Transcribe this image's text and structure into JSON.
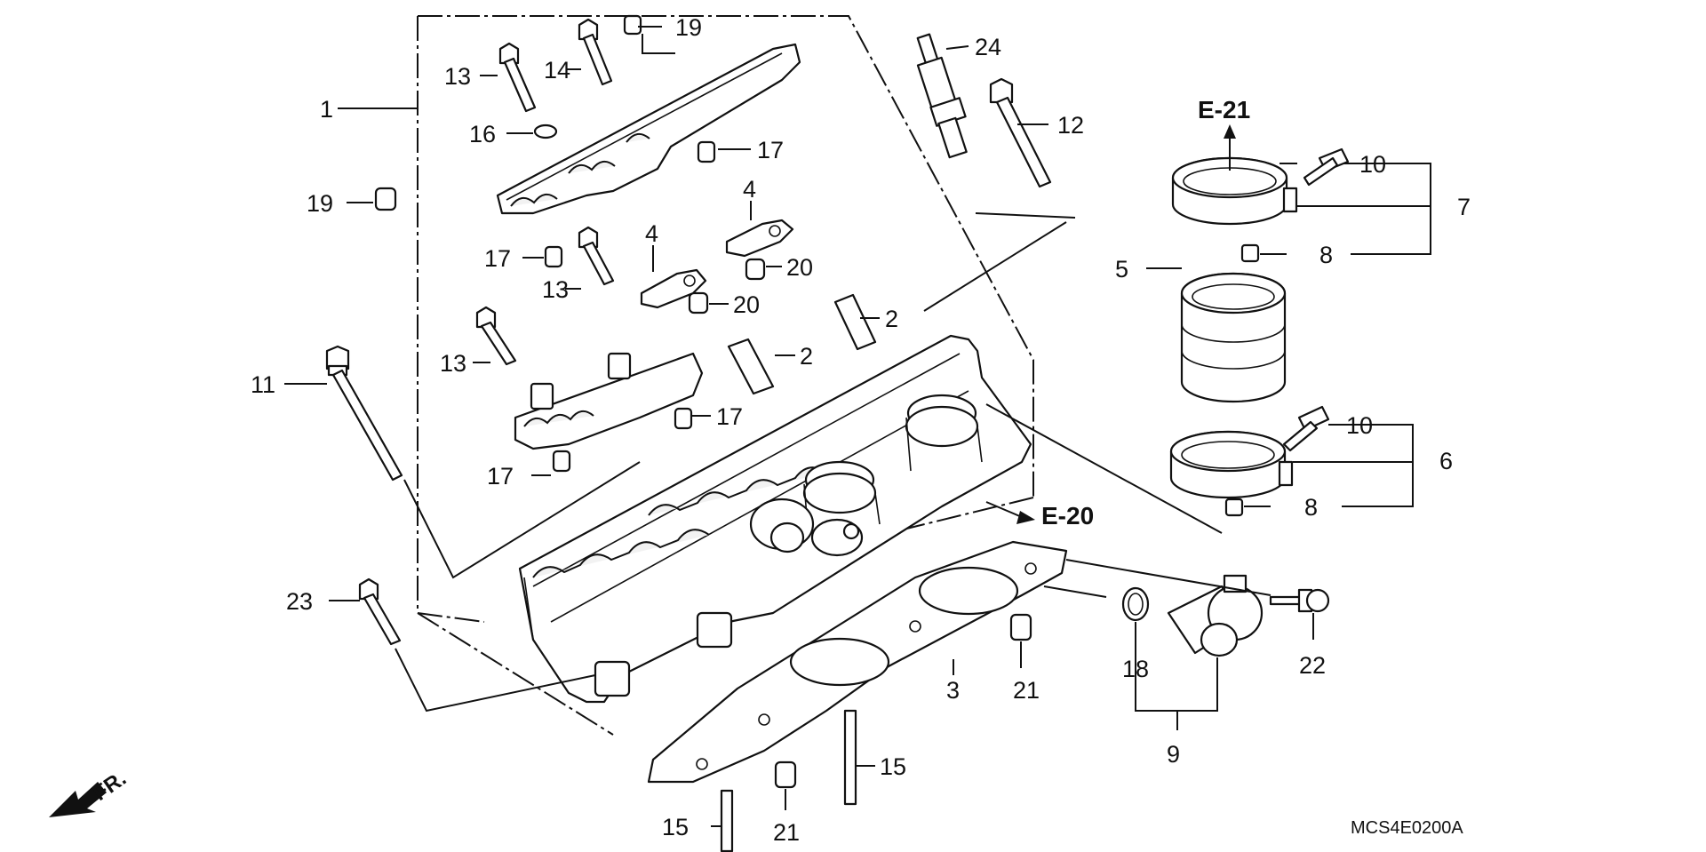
{
  "diagram": {
    "code": "MCS4E0200A",
    "direction_label": "FR.",
    "refs": [
      {
        "id": "ref-e21",
        "text": "E-21"
      },
      {
        "id": "ref-e20",
        "text": "E-20"
      }
    ],
    "labels": [
      {
        "id": "l1",
        "text": "1"
      },
      {
        "id": "l2a",
        "text": "2"
      },
      {
        "id": "l2b",
        "text": "2"
      },
      {
        "id": "l3",
        "text": "3"
      },
      {
        "id": "l4a",
        "text": "4"
      },
      {
        "id": "l4b",
        "text": "4"
      },
      {
        "id": "l5",
        "text": "5"
      },
      {
        "id": "l6",
        "text": "6"
      },
      {
        "id": "l7",
        "text": "7"
      },
      {
        "id": "l8a",
        "text": "8"
      },
      {
        "id": "l8b",
        "text": "8"
      },
      {
        "id": "l9",
        "text": "9"
      },
      {
        "id": "l10a",
        "text": "10"
      },
      {
        "id": "l10b",
        "text": "10"
      },
      {
        "id": "l11",
        "text": "11"
      },
      {
        "id": "l12",
        "text": "12"
      },
      {
        "id": "l13a",
        "text": "13"
      },
      {
        "id": "l13b",
        "text": "13"
      },
      {
        "id": "l13c",
        "text": "13"
      },
      {
        "id": "l14",
        "text": "14"
      },
      {
        "id": "l15a",
        "text": "15"
      },
      {
        "id": "l15b",
        "text": "15"
      },
      {
        "id": "l16",
        "text": "16"
      },
      {
        "id": "l17a",
        "text": "17"
      },
      {
        "id": "l17b",
        "text": "17"
      },
      {
        "id": "l17c",
        "text": "17"
      },
      {
        "id": "l17d",
        "text": "17"
      },
      {
        "id": "l18",
        "text": "18"
      },
      {
        "id": "l19a",
        "text": "19"
      },
      {
        "id": "l19b",
        "text": "19"
      },
      {
        "id": "l20a",
        "text": "20"
      },
      {
        "id": "l20b",
        "text": "20"
      },
      {
        "id": "l21a",
        "text": "21"
      },
      {
        "id": "l21b",
        "text": "21"
      },
      {
        "id": "l22",
        "text": "22"
      },
      {
        "id": "l23",
        "text": "23"
      },
      {
        "id": "l24",
        "text": "24"
      }
    ]
  }
}
